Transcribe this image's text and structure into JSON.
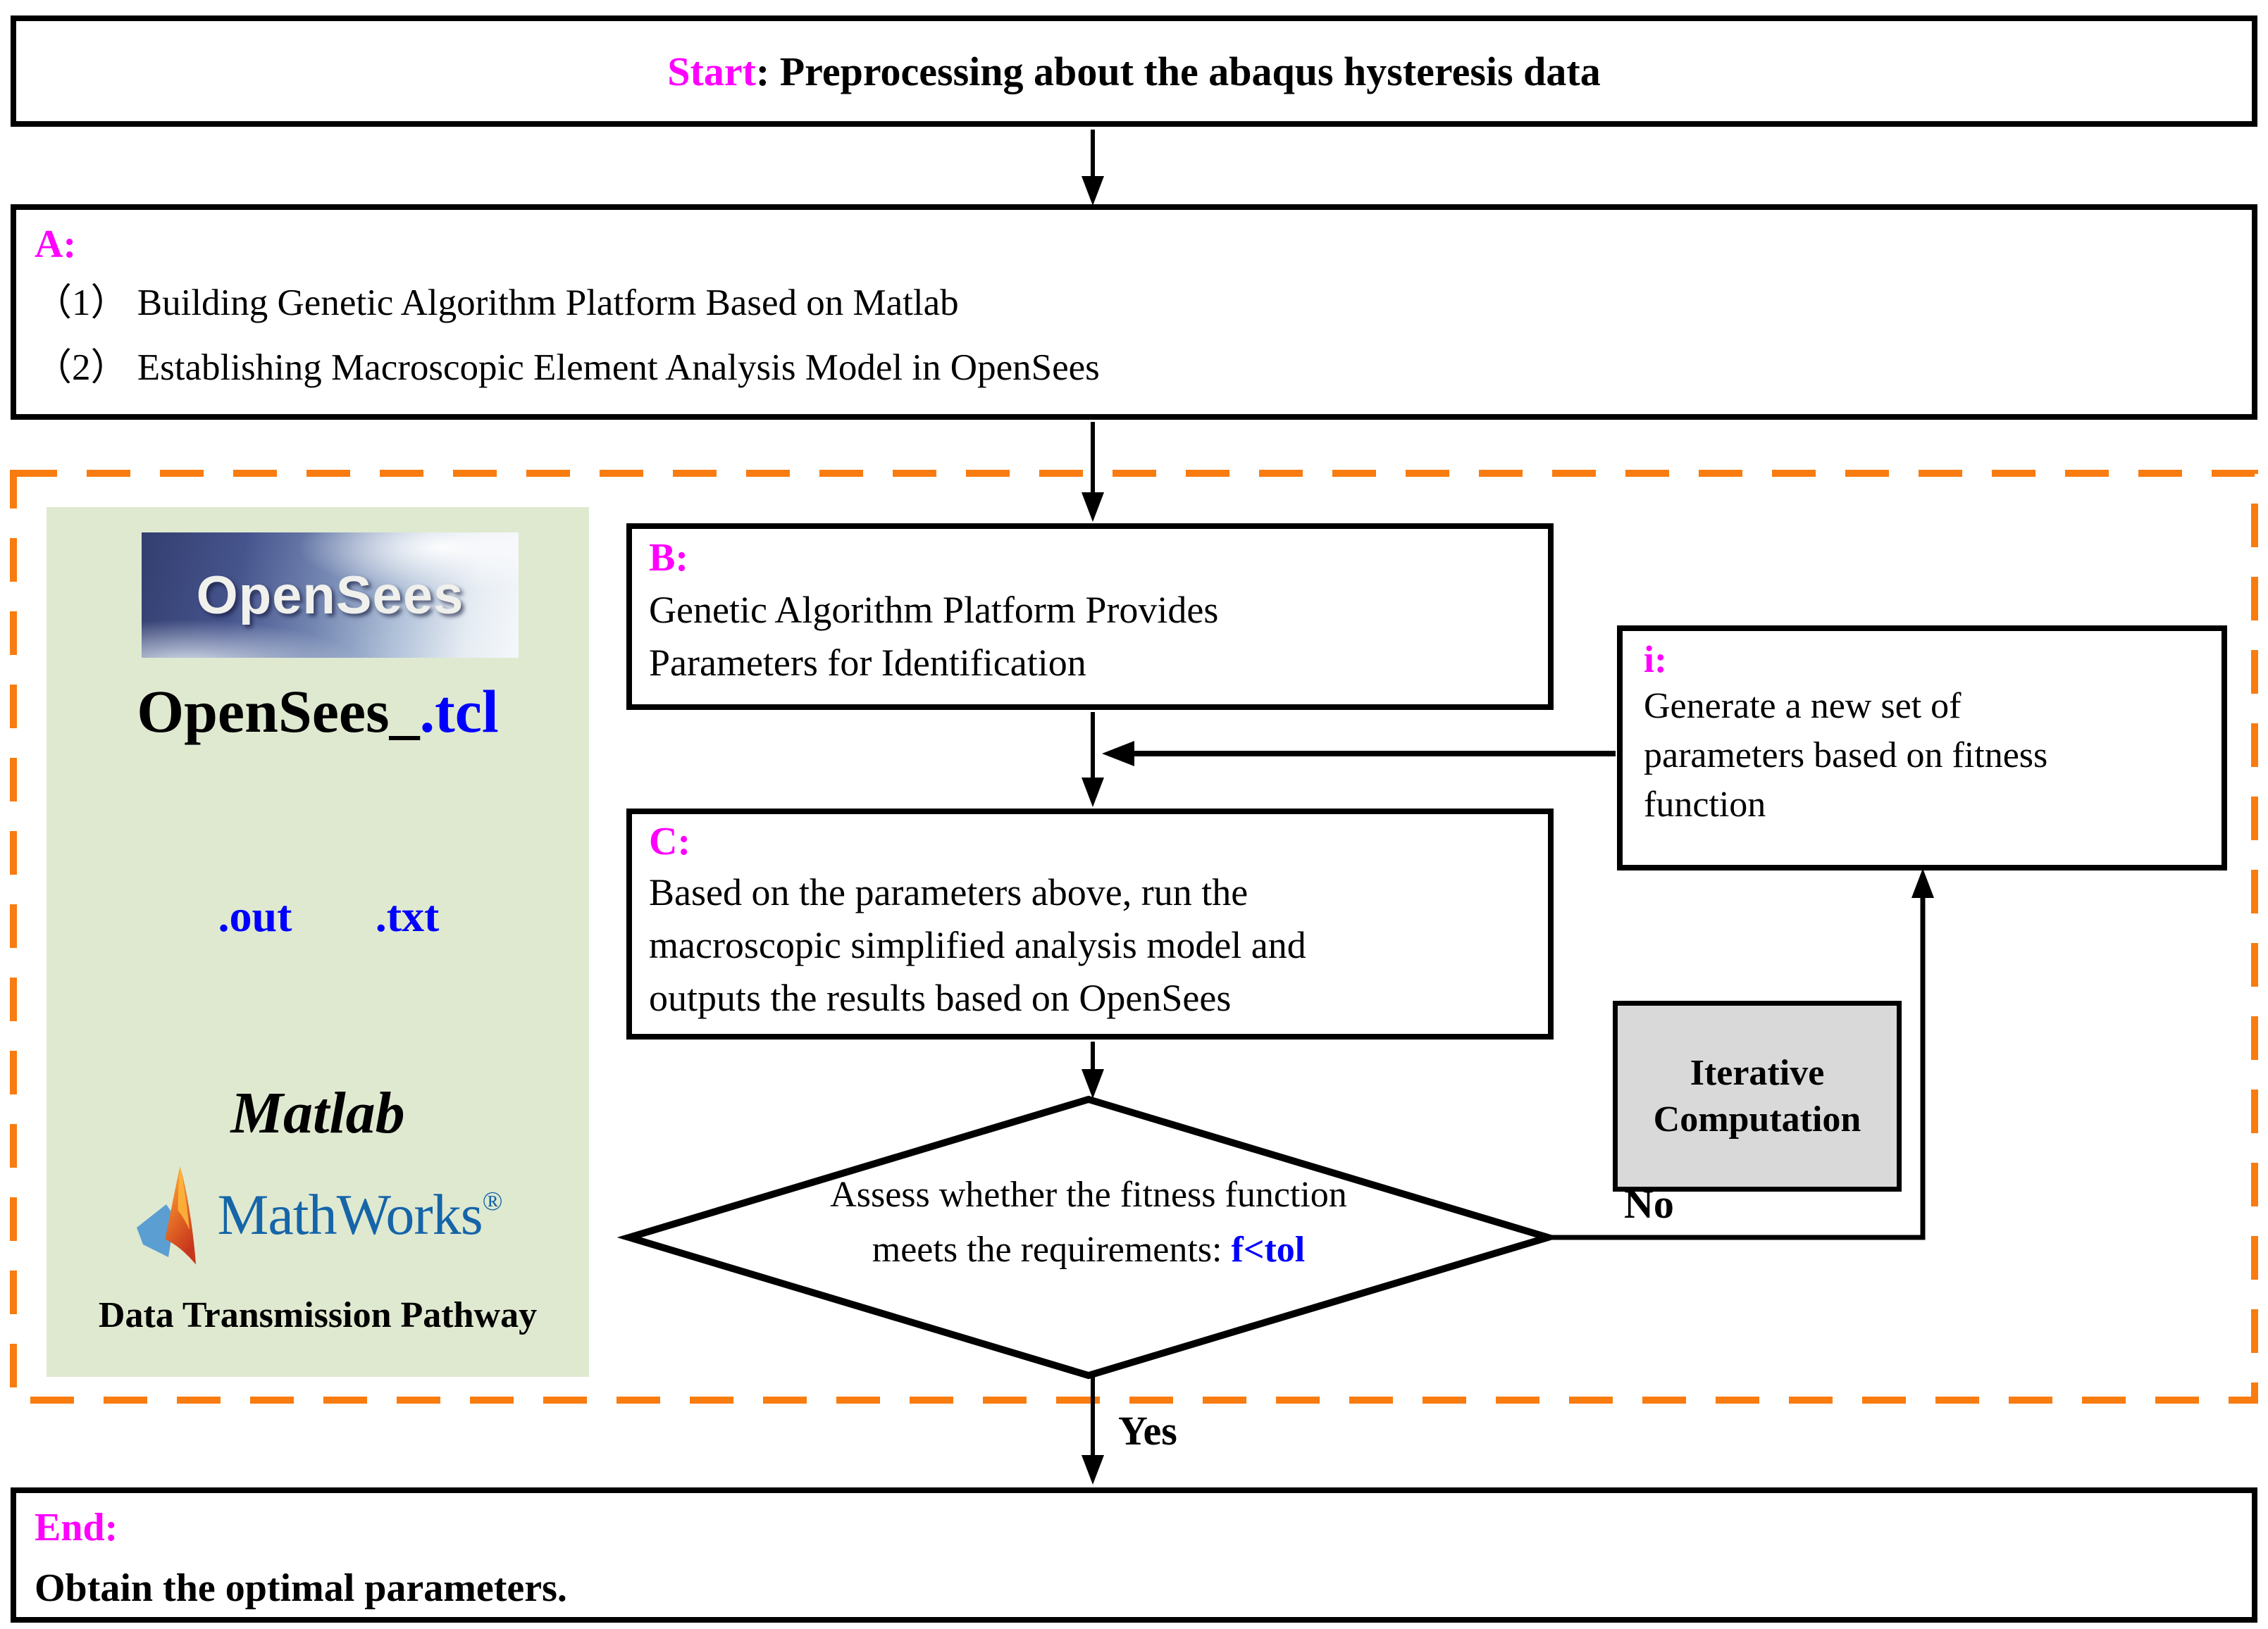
{
  "colors": {
    "accent_magenta": "#FF00FF",
    "accent_blue": "#0000FF",
    "dashed_orange": "#F97C10",
    "panel_green": "#DFE9D0",
    "iterative_gray": "#D9D9D9",
    "mathworks_blue": "#1565A8"
  },
  "start_box": {
    "label": "Start",
    "text": ": Preprocessing about the abaqus hysteresis data"
  },
  "box_a": {
    "label": "A:",
    "lines": [
      "（1） Building Genetic Algorithm Platform Based on Matlab",
      "（2） Establishing Macroscopic Element Analysis Model in OpenSees"
    ]
  },
  "box_b": {
    "label": "B:",
    "lines": [
      "Genetic Algorithm Platform Provides",
      "Parameters for Identification"
    ]
  },
  "box_c": {
    "label": "C:",
    "lines": [
      "Based on the parameters above, run the",
      "macroscopic simplified analysis model and",
      "outputs the results based on OpenSees"
    ]
  },
  "box_i": {
    "label": "i:",
    "lines": [
      "Generate a new set of",
      "parameters based on fitness",
      "function"
    ]
  },
  "diamond": {
    "line1": "Assess whether the fitness function",
    "line2_text": "meets the requirements: ",
    "line2_condition": "f<tol"
  },
  "iterative_box": {
    "lines": [
      "Iterative",
      "Computation"
    ]
  },
  "branch_labels": {
    "no": "No",
    "yes": "Yes"
  },
  "end_box": {
    "label": "End:",
    "text": "Obtain the optimal parameters."
  },
  "side_panel": {
    "opensees_logo_text": "OpenSees",
    "file_name_black": "OpenSees_",
    "file_name_blue": ".tcl",
    "output_file": ".out",
    "input_file": ".txt",
    "matlab": "Matlab",
    "mathworks": "MathWorks",
    "registered_mark": "®",
    "caption": "Data Transmission Pathway"
  }
}
